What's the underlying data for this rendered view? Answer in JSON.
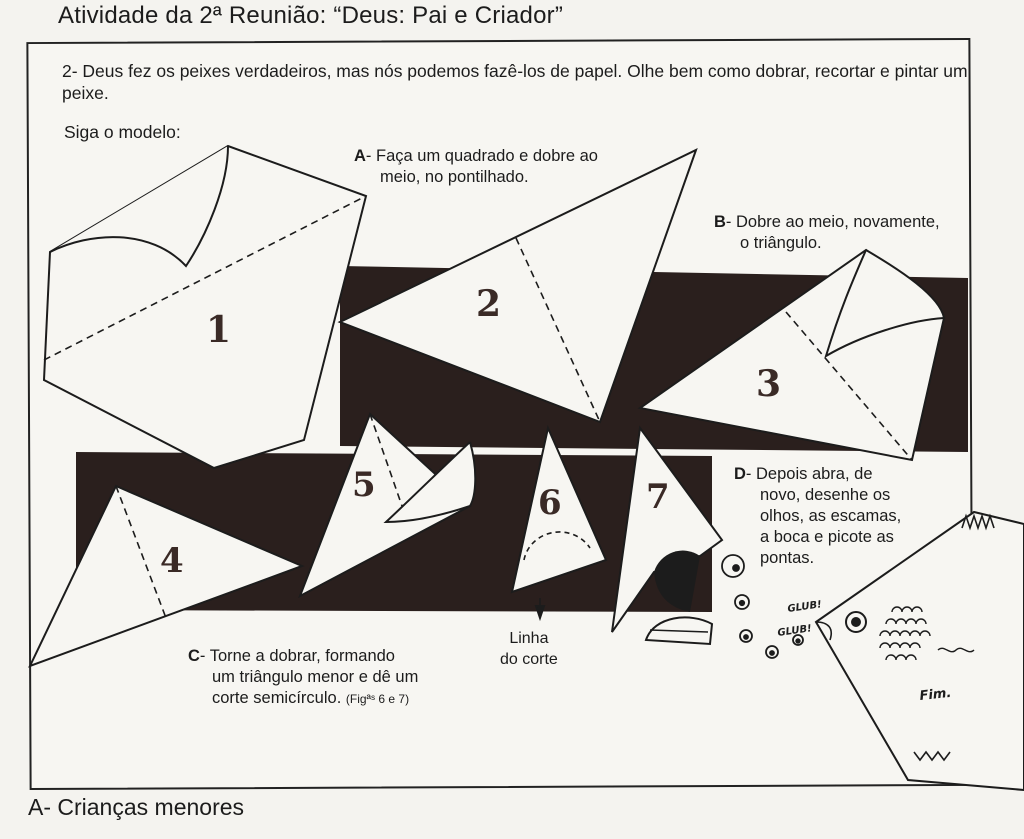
{
  "header": {
    "title": "Atividade da 2ª Reunião: “Deus: Pai e Criador”"
  },
  "intro": {
    "text": "2- Deus fez os peixes verdadeiros, mas nós podemos fazê-los de papel. Olhe bem como dobrar, recortar e pintar um peixe.",
    "follow": "Siga o modelo:"
  },
  "steps": {
    "a": {
      "letter": "A",
      "line1": "- Faça um quadrado e dobre ao",
      "line2": "meio, no pontilhado."
    },
    "b": {
      "letter": "B",
      "line1": "- Dobre ao meio, novamente,",
      "line2": "o triângulo."
    },
    "c": {
      "letter": "C",
      "line1": "- Torne a dobrar, formando",
      "line2": "um triângulo menor e dê um",
      "line3": "corte semicírculo.",
      "ref": "(Figªˢ 6 e 7)"
    },
    "d": {
      "letter": "D",
      "line1": "- Depois abra, de",
      "line2": "novo, desenhe os",
      "line3": "olhos, as escamas,",
      "line4": "a boca e picote as",
      "line5": "pontas."
    }
  },
  "cut_caption": {
    "line1": "Linha",
    "line2": "do corte"
  },
  "figure_numbers": [
    "1",
    "2",
    "3",
    "4",
    "5",
    "6",
    "7"
  ],
  "bubbles": {
    "glub1": "GLUB!",
    "glub2": "GLUB!",
    "end": "Fim."
  },
  "footer": {
    "section": "A- Crianças menores"
  },
  "colors": {
    "ink": "#1c1c1c",
    "band": "#2a1f1d",
    "paper": "#f7f6f2"
  }
}
